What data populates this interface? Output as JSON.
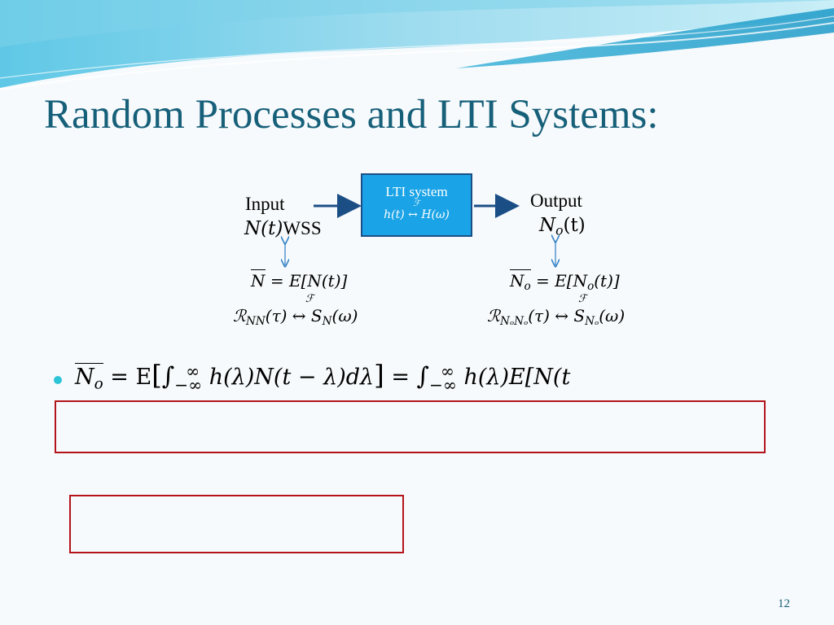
{
  "slide": {
    "title": "Random Processes and LTI Systems:",
    "page_number": "12"
  },
  "diagram": {
    "input_label": "Input",
    "input_signal_var": "N(t)",
    "input_signal_suffix": "WSS",
    "output_label": "Output",
    "output_signal_base": "N",
    "output_signal_sub": "o",
    "output_signal_arg": "(t)",
    "lti_title": "LTI system",
    "lti_fourier_symbol": "ℱ",
    "lti_relation": "h(t) ↔ H(ω)",
    "left_mean_lhs": "N",
    "left_mean_rhs": " = E[N(t)]",
    "left_fourier_symbol": "ℱ",
    "left_corr_base": "ℛ",
    "left_corr_sub": "NN",
    "left_corr_rest": "(τ) ↔ S",
    "left_psd_sub": "N",
    "left_psd_arg": "(ω)",
    "right_mean_lhs_base": "N",
    "right_mean_lhs_sub": "o",
    "right_mean_rhs_a": " = E[N",
    "right_mean_rhs_sub": "o",
    "right_mean_rhs_b": "(t)]",
    "right_fourier_symbol": "ℱ",
    "right_corr_base": "ℛ",
    "right_corr_sub": "NₒNₒ",
    "right_corr_rest": "(τ) ↔ S",
    "right_psd_sub": "Nₒ",
    "right_psd_arg": "(ω)"
  },
  "bullet": {
    "lhs_base": "N",
    "lhs_sub": "o",
    "eq1": " = E",
    "bracket_open": "[",
    "int_symbol": "∫",
    "int_upper": "∞",
    "int_lower": "−∞",
    "integrand": " h(λ)N(t − λ)dλ",
    "bracket_close": "]",
    "eq2": " = ",
    "int2_symbol": "∫",
    "int2_upper": "∞",
    "int2_lower": "−∞",
    "rhs": " h(λ)E[N(t"
  },
  "colors": {
    "title": "#17607a",
    "lti_box_fill": "#1aa3e6",
    "lti_box_border": "#1c4e86",
    "arrow": "#1c4e86",
    "bidir_arrow": "#3a86c8",
    "bullet": "#2ec4d8",
    "red_box": "#b3141c"
  }
}
